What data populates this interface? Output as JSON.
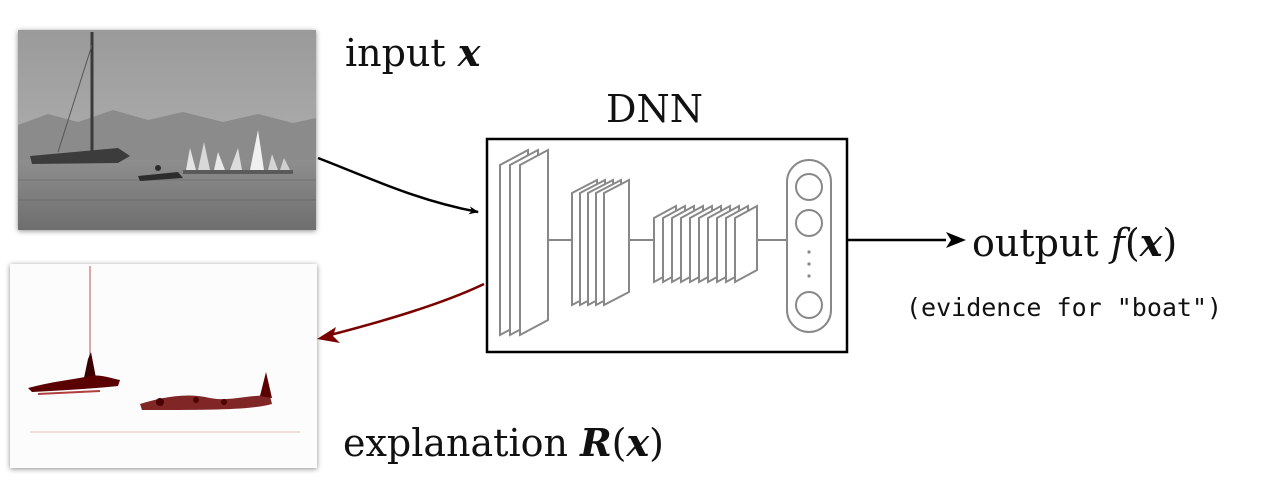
{
  "input": {
    "word": "input",
    "symbol": "x"
  },
  "model": {
    "title": "DNN"
  },
  "output": {
    "word": "output",
    "func": "f",
    "open": "(",
    "symbol": "x",
    "close": ")",
    "note": "(evidence for \"boat\")"
  },
  "explanation": {
    "word": "explanation",
    "func": "R",
    "open": "(",
    "symbol": "x",
    "close": ")"
  },
  "colors": {
    "arrow_out": "#000000",
    "arrow_back": "#7a0000",
    "layers": "#8a8a8a",
    "heat": "#7a0000"
  }
}
